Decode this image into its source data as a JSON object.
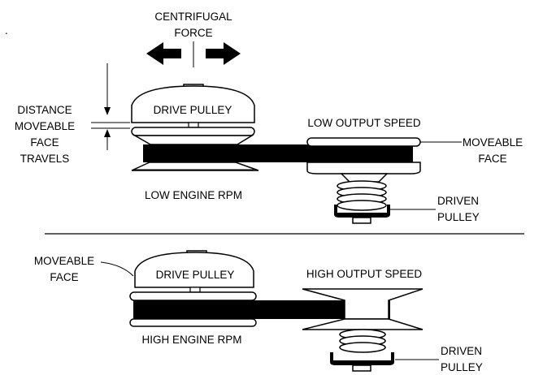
{
  "top_panel": {
    "mark": ".",
    "force_label_line1": "CENTRIFUGAL",
    "force_label_line2": "FORCE",
    "distance_line1": "DISTANCE",
    "distance_line2": "MOVEABLE",
    "distance_line3": "FACE",
    "distance_line4": "TRAVELS",
    "drive_pulley": "DRIVE PULLEY",
    "engine_rpm": "LOW ENGINE RPM",
    "output_speed": "LOW OUTPUT SPEED",
    "moveable_line1": "MOVEABLE",
    "moveable_line2": "FACE",
    "driven_line1": "DRIVEN",
    "driven_line2": "PULLEY"
  },
  "bottom_panel": {
    "moveable_line1": "MOVEABLE",
    "moveable_line2": "FACE",
    "drive_pulley": "DRIVE PULLEY",
    "engine_rpm": "HIGH ENGINE RPM",
    "output_speed": "HIGH OUTPUT SPEED",
    "driven_line1": "DRIVEN",
    "driven_line2": "PULLEY"
  }
}
